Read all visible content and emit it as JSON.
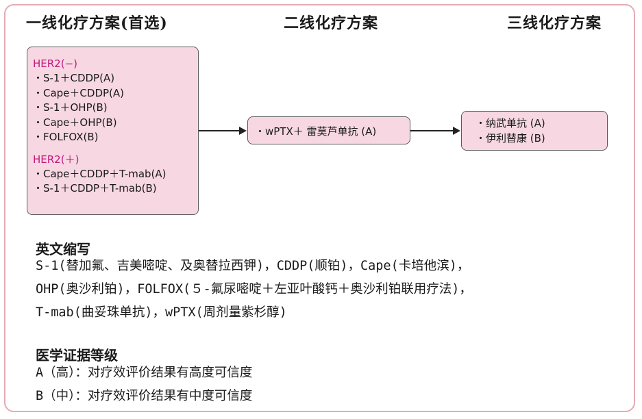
{
  "columns": {
    "first_line": "一线化疗方案(首选)",
    "second_line": "二线化疗方案",
    "third_line": "三线化疗方案"
  },
  "first_line_box": {
    "her2_negative_label": "HER2(−)",
    "her2_negative_items": [
      "・S-1＋CDDP(A)",
      "・Cape＋CDDP(A)",
      "・S-1＋OHP(B)",
      "・Cape＋OHP(B)",
      "・FOLFOX(B)"
    ],
    "her2_positive_label": "HER2(＋)",
    "her2_positive_items": [
      "・Cape＋CDDP＋T-mab(A)",
      "・S-1＋CDDP＋T-mab(B)"
    ]
  },
  "second_line_box": {
    "item": "・wPTX＋ 雷莫芦单抗 (A)"
  },
  "third_line_box": {
    "items": [
      "・纳武单抗  (A)",
      "・伊利替康  (B)"
    ]
  },
  "abbreviations": {
    "title": "英文缩写",
    "lines": [
      "S-1(替加氟、吉美嘧啶、及奥替拉西钾)，CDDP(顺铂)，Cape(卡培他滨)，",
      "OHP(奥沙利铂)，FOLFOX(５-氟尿嘧啶＋左亚叶酸钙＋奥沙利铂联用疗法)，",
      "T-mab(曲妥珠单抗)，wPTX(周剂量紫杉醇)"
    ]
  },
  "evidence": {
    "title": "医学证据等级",
    "lines": [
      "A（高）：对疗效评价结果有高度可信度",
      "B（中）：对疗效评价结果有中度可信度"
    ]
  },
  "colors": {
    "box_fill": "#f6d7e2",
    "frame_border": "#e7aab3",
    "her2_label": "#c2187a"
  }
}
